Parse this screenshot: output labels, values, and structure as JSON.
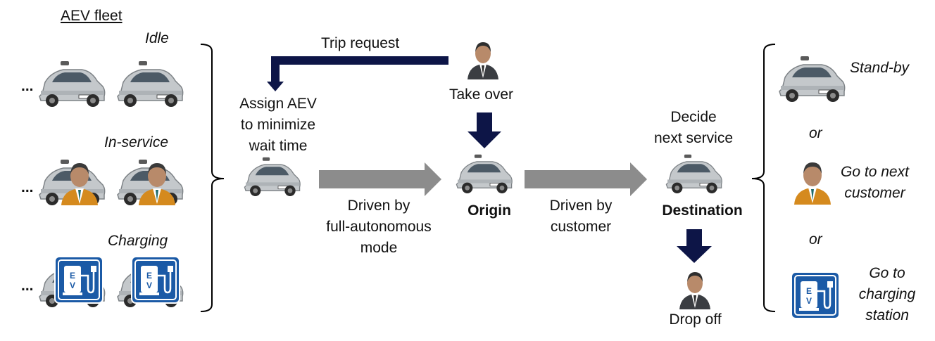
{
  "fleet": {
    "title": "AEV fleet",
    "idle": "Idle",
    "in_service": "In-service",
    "charging": "Charging",
    "ellipsis": "..."
  },
  "flow": {
    "trip_request": "Trip request",
    "take_over": "Take over",
    "assign": [
      "Assign AEV",
      "to minimize",
      "wait time"
    ],
    "driven_auto": [
      "Driven by",
      "full-autonomous",
      "mode"
    ],
    "origin": "Origin",
    "driven_customer": [
      "Driven by",
      "customer"
    ],
    "decide": [
      "Decide",
      "next service"
    ],
    "destination": "Destination",
    "drop_off": "Drop off"
  },
  "options": {
    "stand_by": "Stand-by",
    "or": "or",
    "next_customer": [
      "Go to next",
      "customer"
    ],
    "charging_station": [
      "Go to",
      "charging",
      "station"
    ],
    "ev_sign": "EV"
  },
  "colors": {
    "navy": "#0d1547",
    "gray_arrow": "#8c8c8c",
    "ev_blue": "#1b5aa6",
    "car_body": "#c4c8cb"
  }
}
